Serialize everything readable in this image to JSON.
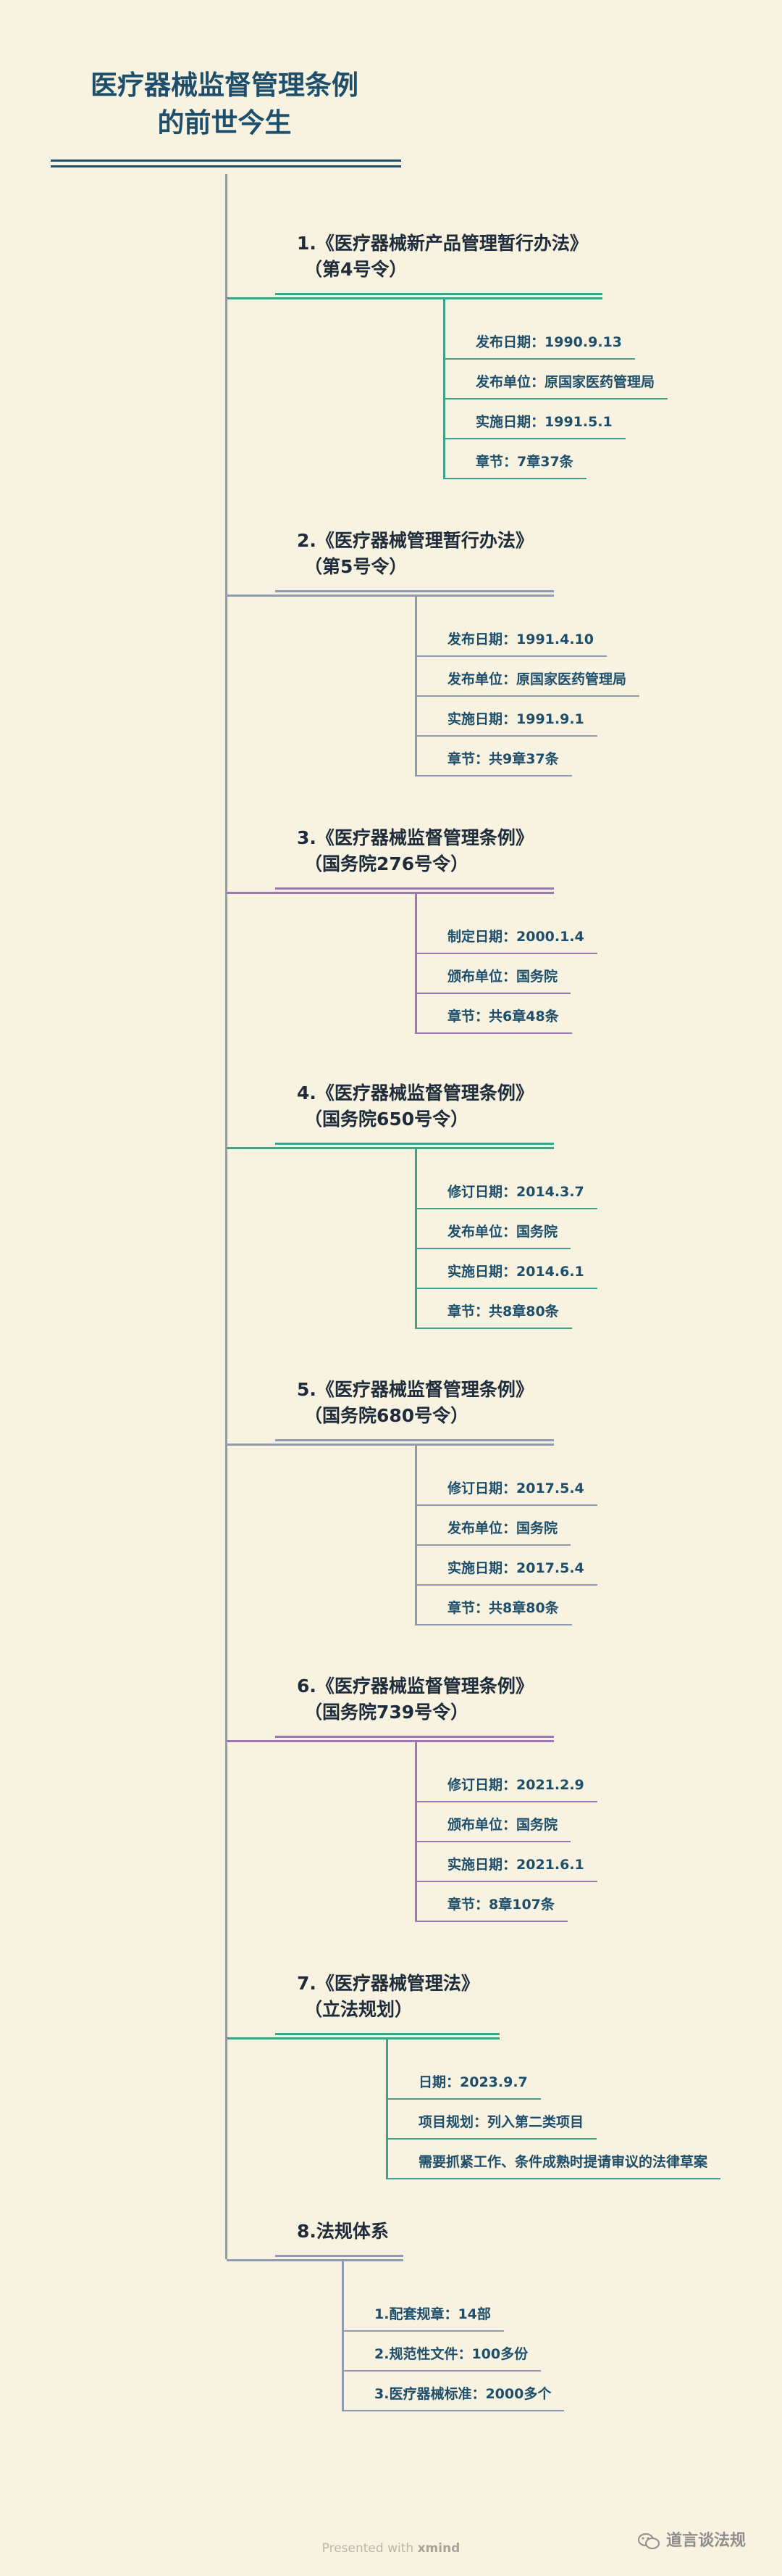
{
  "title_lines": [
    "医疗器械监督管理条例",
    "的前世今生"
  ],
  "colors": {
    "background": "#f8f3e0",
    "title": "#1d4e6b",
    "trunk": "#8e9bb0",
    "teal": "#3fa08c",
    "purple": "#9b78b0"
  },
  "sections": [
    {
      "title_lines": [
        "1.《医疗器械新产品管理暂行办法》",
        "（第4号令）"
      ],
      "color": "#3fa08c",
      "items": [
        "发布日期：1990.9.13",
        "发布单位：原国家医药管理局",
        "实施日期：1991.5.1",
        "章节：7章37条"
      ]
    },
    {
      "title_lines": [
        "2.《医疗器械管理暂行办法》",
        "（第5号令）"
      ],
      "color": "#8e9bb0",
      "items": [
        "发布日期：1991.4.10",
        "发布单位：原国家医药管理局",
        "实施日期：1991.9.1",
        "章节：共9章37条"
      ]
    },
    {
      "title_lines": [
        "3.《医疗器械监督管理条例》",
        "（国务院276号令）"
      ],
      "color": "#9b78b0",
      "items": [
        "制定日期：2000.1.4",
        "颁布单位：国务院",
        "章节：共6章48条"
      ]
    },
    {
      "title_lines": [
        "4.《医疗器械监督管理条例》",
        "（国务院650号令）"
      ],
      "color": "#3fa08c",
      "items": [
        "修订日期：2014.3.7",
        "发布单位：国务院",
        "实施日期：2014.6.1",
        "章节：共8章80条"
      ]
    },
    {
      "title_lines": [
        "5.《医疗器械监督管理条例》",
        "（国务院680号令）"
      ],
      "color": "#8e9bb0",
      "items": [
        "修订日期：2017.5.4",
        "发布单位：国务院",
        "实施日期：2017.5.4",
        "章节：共8章80条"
      ]
    },
    {
      "title_lines": [
        "6.《医疗器械监督管理条例》",
        "（国务院739号令）"
      ],
      "color": "#9b78b0",
      "items": [
        "修订日期：2021.2.9",
        "颁布单位：国务院",
        "实施日期：2021.6.1",
        "章节：8章107条"
      ]
    },
    {
      "title_lines": [
        "7.《医疗器械管理法》",
        "（立法规划）"
      ],
      "color": "#3fa08c",
      "items": [
        "日期：2023.9.7",
        "项目规划：列入第二类项目",
        "需要抓紧工作、条件成熟时提请审议的法律草案"
      ]
    },
    {
      "title_lines": [
        "8.法规体系"
      ],
      "color": "#8e9bb0",
      "items": [
        "1.配套规章：14部",
        "2.规范性文件：100多份",
        "3.医疗器械标准：2000多个"
      ]
    }
  ],
  "footer": {
    "prefix": "Presented with",
    "brand": "xmind"
  },
  "watermark": "道言谈法规"
}
